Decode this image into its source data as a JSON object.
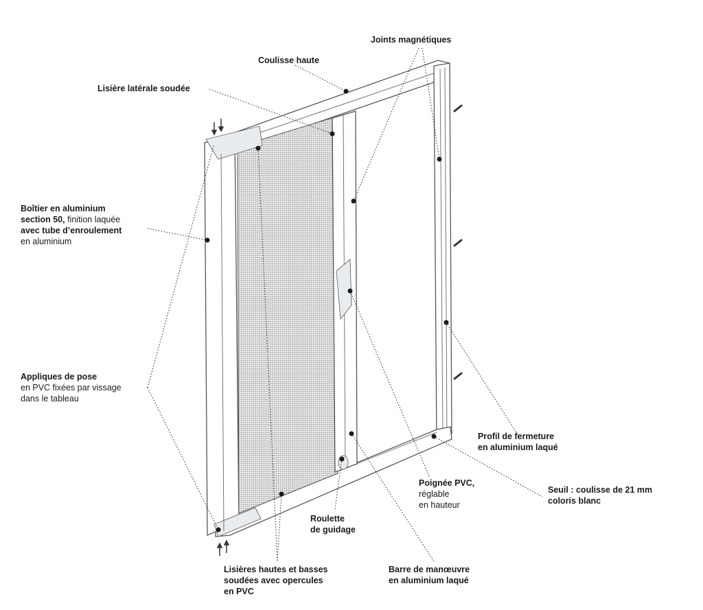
{
  "labels": {
    "coulisse_haute": "Coulisse haute",
    "joints": "Joints magnétiques",
    "lisiere_laterale": "Lisière latérale soudée",
    "boitier_1": "Boîtier en aluminium",
    "boitier_2a": "section 50,",
    "boitier_2b": " finition laquée",
    "boitier_3": "avec tube d’enroulement",
    "boitier_4": "en aluminium",
    "appliques_1": "Appliques de pose",
    "appliques_2": "en PVC fixées par vissage",
    "appliques_3": "dans le tableau",
    "profil_1": "Profil de fermeture",
    "profil_2": "en aluminium laqué",
    "seuil_1": "Seuil : coulisse de 21 mm",
    "seuil_2": "coloris blanc",
    "poignee_1": "Poignée PVC,",
    "poignee_2": "réglable",
    "poignee_3": "en hauteur",
    "roulette_1": "Roulette",
    "roulette_2": "de guidage",
    "lisieres_1": "Lisières hautes et basses",
    "lisieres_2": "soudées avec opercules",
    "lisieres_3": "en PVC",
    "barre_1": "Barre de manœuvre",
    "barre_2": "en aluminium laqué"
  }
}
